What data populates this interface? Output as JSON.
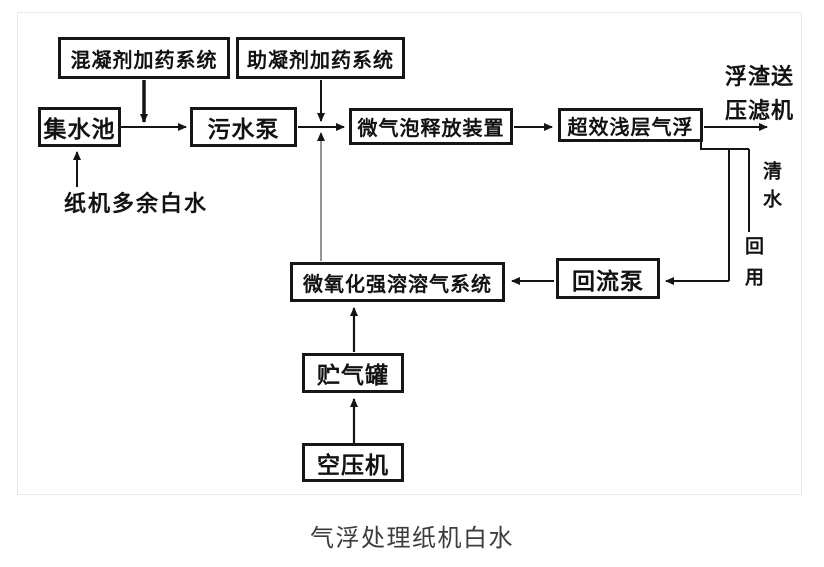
{
  "diagram": {
    "nodes": [
      {
        "id": "coagulant-dosing-system",
        "label": "混凝剂加药系统"
      },
      {
        "id": "coagulant-aid-dosing-system",
        "label": "助凝剂加药系统"
      },
      {
        "id": "collection-tank",
        "label": "集水池"
      },
      {
        "id": "sewage-pump",
        "label": "污水泵"
      },
      {
        "id": "microbubble-release-device",
        "label": "微气泡释放装置"
      },
      {
        "id": "high-efficiency-shallow-daf",
        "label": "超效浅层气浮"
      },
      {
        "id": "micro-oxidation-dissolved-air-system",
        "label": "微氧化强溶溶气系统"
      },
      {
        "id": "return-pump",
        "label": "回流泵"
      },
      {
        "id": "air-storage-tank",
        "label": "贮气罐"
      },
      {
        "id": "air-compressor",
        "label": "空压机"
      }
    ],
    "annotations": {
      "source_water": "纸机多余白水",
      "scum_line1": "浮渣送",
      "scum_line2": "压滤机",
      "clear_water": "清水",
      "reuse": "回用"
    },
    "caption": "气浮处理纸机白水",
    "colors": {
      "line": "#1a1a1a",
      "recycle_line_gray": "#7a7a7a",
      "box_border": "#161616",
      "text": "#121212",
      "caption_text": "#3c3c3c",
      "frame_border": "#e8e8e8",
      "background": "#ffffff"
    }
  }
}
